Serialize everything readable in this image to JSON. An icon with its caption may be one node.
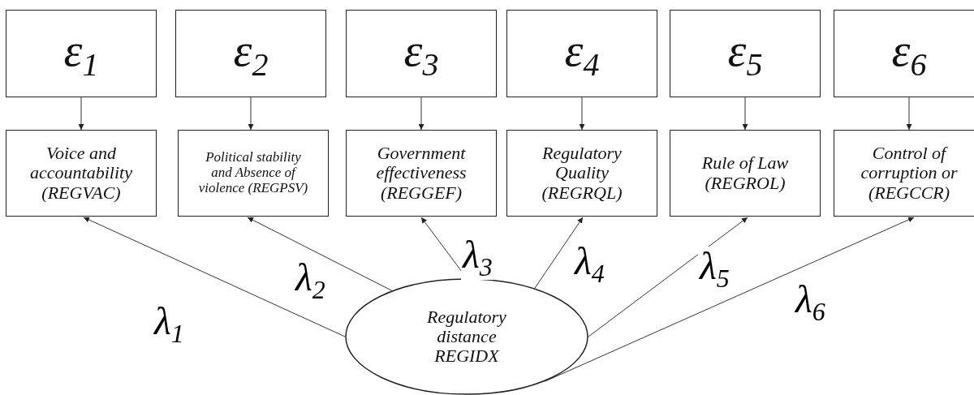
{
  "diagram": {
    "nodes": [
      {
        "text": [
          "ε$_{1}$"
        ]
      },
      {
        "text": [
          "ε$_{2}$"
        ]
      },
      {
        "text": [
          "ε$_{3}$"
        ]
      },
      {
        "text": [
          "ε$_{4}$"
        ]
      },
      {
        "text": [
          "ε$_{5}$"
        ]
      },
      {
        "text": [
          "ε$_{6}$"
        ]
      },
      {
        "text": [
          "Voice and accountability (REGVAC)"
        ]
      },
      {
        "text": [
          "Political stability and Absence of violence (REGPSV)"
        ]
      },
      {
        "text": [
          "Government effectiveness (REGGEF)"
        ]
      },
      {
        "text": [
          "Regulatory Quality (REGRQL)"
        ]
      },
      {
        "text": [
          "Rule of Law (REGROL)"
        ]
      },
      {
        "text": [
          "Control of corruption or (REGCCR)"
        ]
      },
      {
        "text": [
          "Regulatory distance REGIDX"
        ]
      }
    ],
    "edges": [
      {
        "from": 0,
        "to": 6,
        "arrow": "to"
      },
      {
        "from": 1,
        "to": 7,
        "arrow": "to"
      },
      {
        "from": 2,
        "to": 8,
        "arrow": "to"
      },
      {
        "from": 3,
        "to": 9,
        "arrow": "to"
      },
      {
        "from": 4,
        "to": 10,
        "arrow": "to"
      },
      {
        "from": 5,
        "to": 11,
        "arrow": "to"
      },
      {
        "from": 12,
        "to": 6,
        "arrow": "to",
        "label": "λ$_{1}$"
      },
      {
        "from": 12,
        "to": 7,
        "arrow": "to",
        "label": "λ$_{2}$"
      },
      {
        "from": 12,
        "to": 8,
        "arrow": "to",
        "label": "λ$_{3}$"
      },
      {
        "from": 12,
        "to": 9,
        "arrow": "to",
        "label": "λ$_{4}$"
      },
      {
        "from": 12,
        "to": 10,
        "arrow": "to",
        "label": "λ$_{5}$"
      },
      {
        "from": 12,
        "to": 11,
        "arrow": "to",
        "label": "λ$_{6}$"
      }
    ]
  }
}
